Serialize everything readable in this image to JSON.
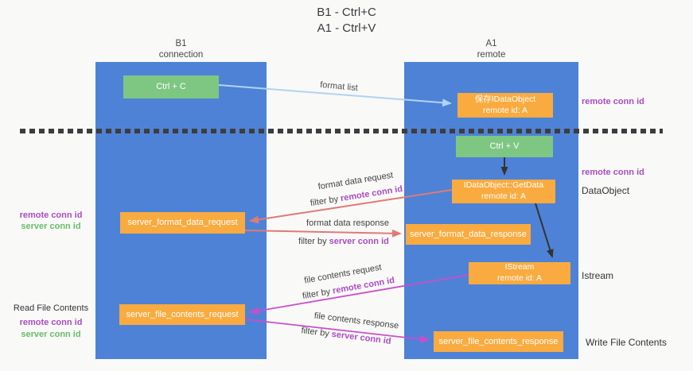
{
  "title": {
    "line1": "B1 - Ctrl+C",
    "line2": "A1 - Ctrl+V"
  },
  "columns": {
    "left": {
      "header_line1": "B1",
      "header_line2": "connection"
    },
    "right": {
      "header_line1": "A1",
      "header_line2": "remote"
    }
  },
  "boxes": {
    "ctrl_c": "Ctrl + C",
    "save_idataobject": {
      "line1": "保存IDataObject",
      "line2": "remote id: A"
    },
    "ctrl_v": "Ctrl + V",
    "getdata": {
      "line1": "IDataObject::GetData",
      "line2": "remote id: A"
    },
    "format_request": "server_format_data_request",
    "format_response": "server_format_data_response",
    "istream": {
      "line1": "IStream",
      "line2": "remote id: A"
    },
    "file_request": "server_file_contents_request",
    "file_response": "server_file_contents_response"
  },
  "side_labels": {
    "remote_conn_id": "remote conn id",
    "server_conn_id": "server conn id",
    "dataobject": "DataObject",
    "istream": "Istream",
    "read_file_contents": "Read File Contents",
    "write_file_contents": "Write File Contents"
  },
  "arrow_labels": {
    "format_list": "format list",
    "format_data_request": "format data request",
    "format_data_response": "format data response",
    "file_contents_request": "file contents request",
    "file_contents_response": "file contents response",
    "filter_by": "filter by",
    "remote_conn_id": "remote conn id",
    "server_conn_id": "server conn id"
  },
  "colors": {
    "column_blue": "#4e82d6",
    "box_green": "#7dc783",
    "box_orange": "#f9ab40",
    "arrow_salmon": "#e07a76",
    "arrow_magenta": "#c94fc9",
    "arrow_lightblue": "#aed4f2",
    "text_purple": "#a94dc1",
    "text_green": "#67bd6a",
    "dash_color": "#3d3d3d",
    "background": "#f9f9f8"
  }
}
